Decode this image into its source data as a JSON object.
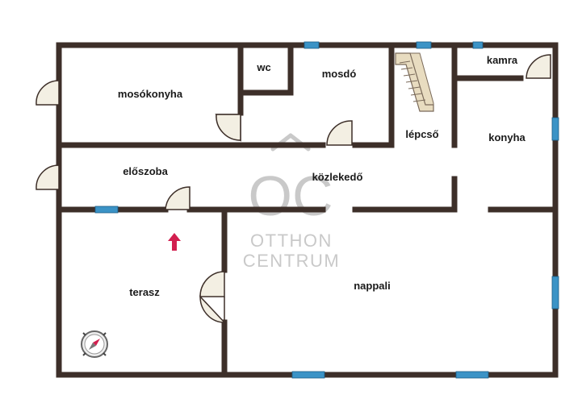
{
  "colors": {
    "wall": "#3d2f29",
    "window": "#3b93c6",
    "door_fill": "#f3efe3",
    "door_stroke": "#3d2f29",
    "entrance_arrow": "#d21f4f",
    "watermark": "#c9c9c9",
    "stair_fill": "#e8dcc0"
  },
  "rooms": {
    "mosokonyha": "mosókonyha",
    "wc": "wc",
    "mosdo": "mosdó",
    "lepcso": "lépcső",
    "kamra": "kamra",
    "konyha": "konyha",
    "eloszoba": "előszoba",
    "kozlekedo": "közlekedő",
    "terasz": "terasz",
    "nappali": "nappali"
  },
  "watermark": {
    "logo": "OC",
    "line1": "OTTHON",
    "line2": "CENTRUM"
  },
  "icons": {
    "entrance": "entrance-arrow-icon",
    "compass": "compass-icon"
  }
}
